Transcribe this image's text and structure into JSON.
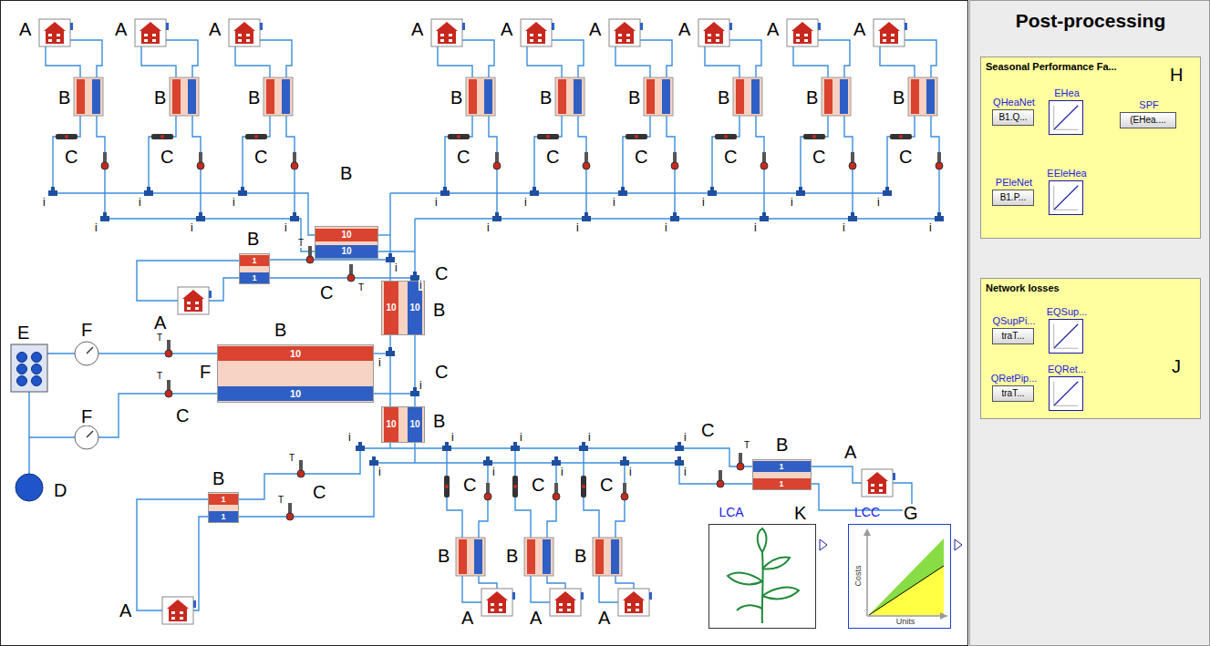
{
  "diagram": {
    "nodes": [
      {
        "text": [
          "Post-processing"
        ]
      },
      {
        "text": [
          "Seasonal Performance Fa..."
        ],
        "in": 0
      },
      {
        "text": [
          "QHeaNet",
          "B1.Q..."
        ],
        "in": 1
      },
      {
        "text": [
          "EHea"
        ],
        "in": 1
      },
      {
        "text": [
          "PEleNet",
          "B1.P..."
        ],
        "in": 1
      },
      {
        "text": [
          "EEleHea"
        ],
        "in": 1
      },
      {
        "text": [
          "SPF",
          "(EHea...."
        ],
        "in": 1
      },
      {
        "text": [
          "Network losses"
        ],
        "in": 0
      },
      {
        "text": [
          "QSupPi...",
          "traT..."
        ],
        "in": 7
      },
      {
        "text": [
          "EQSup..."
        ],
        "in": 7
      },
      {
        "text": [
          "QRetPip...",
          "traT..."
        ],
        "in": 7
      },
      {
        "text": [
          "EQRet..."
        ],
        "in": 7
      },
      {
        "text": [
          "LCA"
        ]
      },
      {
        "text": [
          "LCC",
          "Costs",
          "Units"
        ]
      },
      {
        "text": [
          "10",
          "10"
        ]
      },
      {
        "text": [
          "10",
          "10"
        ]
      },
      {
        "text": [
          "10",
          "10"
        ]
      },
      {
        "text": [
          "10",
          "10"
        ]
      },
      {
        "text": [
          "1",
          "1"
        ]
      },
      {
        "text": [
          "1",
          "1"
        ]
      },
      {
        "text": [
          "1",
          "1"
        ]
      }
    ],
    "edges": [
      {
        "from": 2,
        "to": 3,
        "arrow": "to"
      },
      {
        "from": 4,
        "to": 5,
        "arrow": "to"
      },
      {
        "from": 8,
        "to": 9,
        "arrow": "to"
      },
      {
        "from": 10,
        "to": 11,
        "arrow": "to"
      }
    ],
    "labels": [
      "A",
      "A",
      "A",
      "A",
      "A",
      "A",
      "A",
      "A",
      "A",
      "B",
      "B",
      "B",
      "B",
      "B",
      "B",
      "B",
      "B",
      "B",
      "C",
      "C",
      "C",
      "C",
      "C",
      "C",
      "C",
      "C",
      "C",
      "A",
      "A",
      "A",
      "A",
      "A",
      "A",
      "B",
      "B",
      "B",
      "B",
      "B",
      "B",
      "B",
      "B",
      "B",
      "B",
      "C",
      "C",
      "C",
      "C",
      "C",
      "C",
      "C",
      "C",
      "C",
      "D",
      "E",
      "F",
      "F",
      "F",
      "G",
      "H",
      "J",
      "K",
      "T",
      "T",
      "T",
      "T",
      "T",
      "T",
      "T",
      "i",
      "i",
      "i",
      "i",
      "i",
      "i",
      "i",
      "i",
      "i",
      "i",
      "i",
      "i",
      "i",
      "i",
      "i",
      "i",
      "i",
      "i",
      "i",
      "i",
      "i",
      "i",
      "i",
      "i",
      "i",
      "i",
      "i",
      "i",
      "i",
      "i",
      "i",
      "i"
    ]
  }
}
